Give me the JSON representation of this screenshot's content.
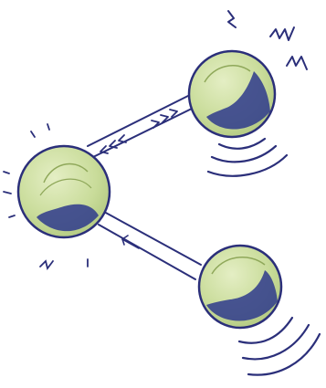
{
  "colors": {
    "background": "#ffffff",
    "ink": "#2b2f7a",
    "sphere_fill": "#c9dc9a",
    "sphere_highlight": "#e4eec4",
    "sphere_shadow": "#2e3a8c"
  },
  "sketch": {
    "spheres": [
      {
        "name": "left-sphere"
      },
      {
        "name": "top-right-sphere"
      },
      {
        "name": "bottom-right-sphere"
      }
    ],
    "connections": [
      {
        "from": "left-sphere",
        "to": "top-right-sphere",
        "arrow_glyphs": "<<< >>>"
      },
      {
        "from": "left-sphere",
        "to": "bottom-right-sphere",
        "arrow_glyphs": ""
      }
    ],
    "vibration_marks": true
  }
}
